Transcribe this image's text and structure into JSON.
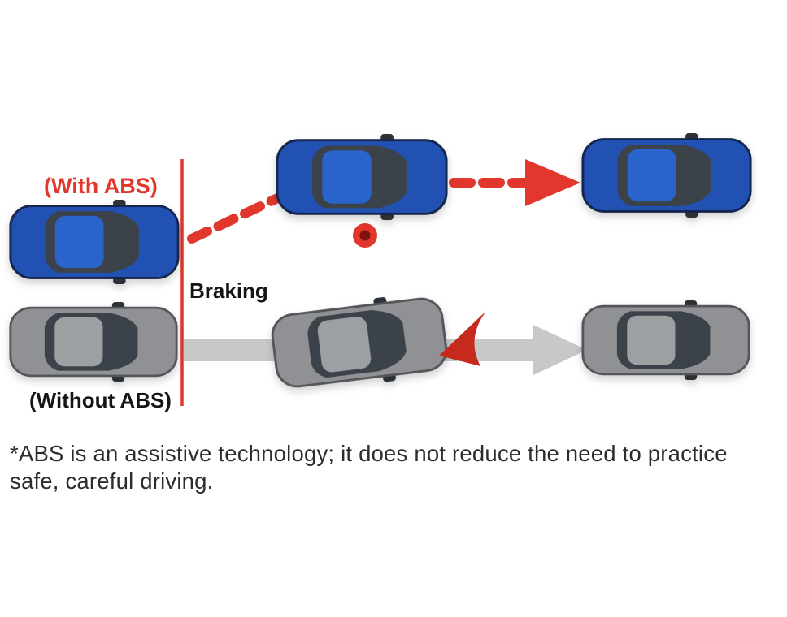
{
  "diagram": {
    "with_abs_label": "(With ABS)",
    "braking_label": "Braking",
    "without_abs_label": "(Without ABS)",
    "footnote": "*ABS is an assistive technology; it does not reduce the need to practice safe, careful driving."
  },
  "colors": {
    "accent_red": "#e2372c",
    "abs_car_body": "#2152b3",
    "abs_car_roof": "#2b63cc",
    "no_abs_car_body": "#8f9194",
    "no_abs_car_roof": "#9da0a3",
    "path_gray": "#c7c8ca"
  },
  "icons": {
    "abs_car": "blue-car-top-view-icon",
    "no_abs_car": "gray-car-top-view-icon",
    "obstacle": "red-obstacle-dot-icon",
    "abs_path": "red-dashed-swerve-arrow",
    "no_abs_path": "gray-straight-arrow",
    "skid_marker": "red-skid-wedge-icon"
  }
}
